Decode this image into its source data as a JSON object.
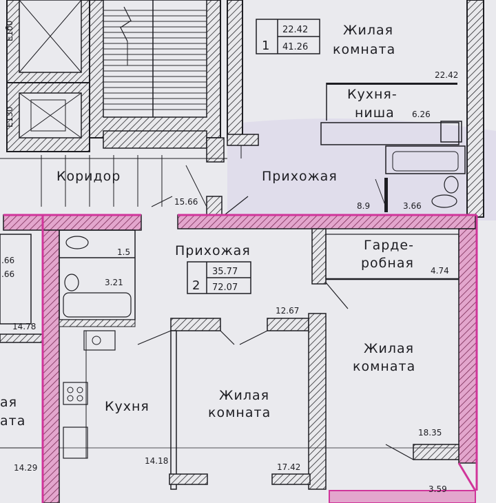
{
  "apartment1": {
    "number": "1",
    "living_area": "22.42",
    "total_area": "41.26",
    "rooms": {
      "living_room_line1": "Жилая",
      "living_room_line2": "комната",
      "living_room_area": "22.42",
      "kitchen_niche_line1": "Кухня-",
      "kitchen_niche_line2": "ниша",
      "kitchen_niche_area": "6.26",
      "hallway": "Прихожая",
      "hallway_area": "8.9",
      "bath_area": "3.66"
    }
  },
  "apartment2": {
    "number": "2",
    "living_area": "35.77",
    "total_area": "72.07",
    "rooms": {
      "hallway": "Прихожая",
      "hallway_area": "12.67",
      "wc_area": "1.5",
      "bath_area": "3.21",
      "wardrobe_line1": "Гарде-",
      "wardrobe_line2": "робная",
      "wardrobe_area": "4.74",
      "living_big_line1": "Жилая",
      "living_big_line2": "комната",
      "living_big_area": "18.35",
      "living_mid_line1": "Жилая",
      "living_mid_line2": "комната",
      "living_mid_area": "17.42",
      "kitchen": "Кухня",
      "kitchen_area": "14.18",
      "balcony_area": "3.59"
    }
  },
  "common": {
    "corridor": "Коридор",
    "corridor_area": "15.66",
    "elevator_label_1": "Е1б0",
    "elevator_label_2": "Е130"
  },
  "left_apartment": {
    "area_a": ".66",
    "area_b": ".66",
    "area_c": "14.78",
    "area_d": "14.29",
    "room_fragment_line1": "ая",
    "room_fragment_line2": "ата"
  },
  "colors": {
    "background": "#e9e9ec",
    "ink": "#1d1d22",
    "highlight": "#d0359a",
    "shadow": "#cfc9e6"
  }
}
